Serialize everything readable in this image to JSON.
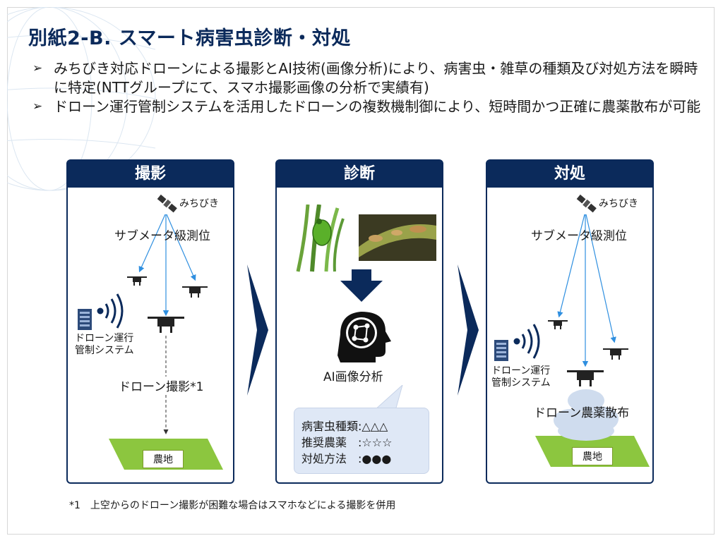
{
  "title": "別紙2-B. スマート病害虫診断・対処",
  "bullets": [
    "みちびき対応ドローンによる撮影とAI技術(画像分析)により、病害虫・雑草の種類及び対処方法を瞬時に特定(NTTグループにて、スマホ撮影画像の分析で実績有)",
    "ドローン運行管制システムを活用したドローンの複数機制御により、短時間かつ正確に農薬散布が可能"
  ],
  "panels": {
    "capture": {
      "title": "撮影",
      "satellite_label": "みちびき",
      "positioning_label": "サブメータ級測位",
      "control_label_1": "ドローン運行",
      "control_label_2": "管制システム",
      "capture_label": "ドローン撮影*1",
      "field_label": "農地"
    },
    "diagnosis": {
      "title": "診断",
      "ai_label": "AI画像分析",
      "results": [
        {
          "label": "病害虫種類",
          "value": ":△△△"
        },
        {
          "label": "推奨農薬　",
          "value": ":☆☆☆"
        },
        {
          "label": "対処方法　",
          "value": ":●●●"
        }
      ]
    },
    "treatment": {
      "title": "対処",
      "satellite_label": "みちびき",
      "positioning_label": "サブメータ級測位",
      "control_label_1": "ドローン運行",
      "control_label_2": "管制システム",
      "spray_label": "ドローン農薬散布",
      "field_label": "農地"
    }
  },
  "footnote": "*1　上空からのドローン撮影が困難な場合はスマホなどによる撮影を併用",
  "colors": {
    "navy": "#0b2a5b",
    "field": "#8cc63f",
    "arrow": "#2f8fe0"
  }
}
